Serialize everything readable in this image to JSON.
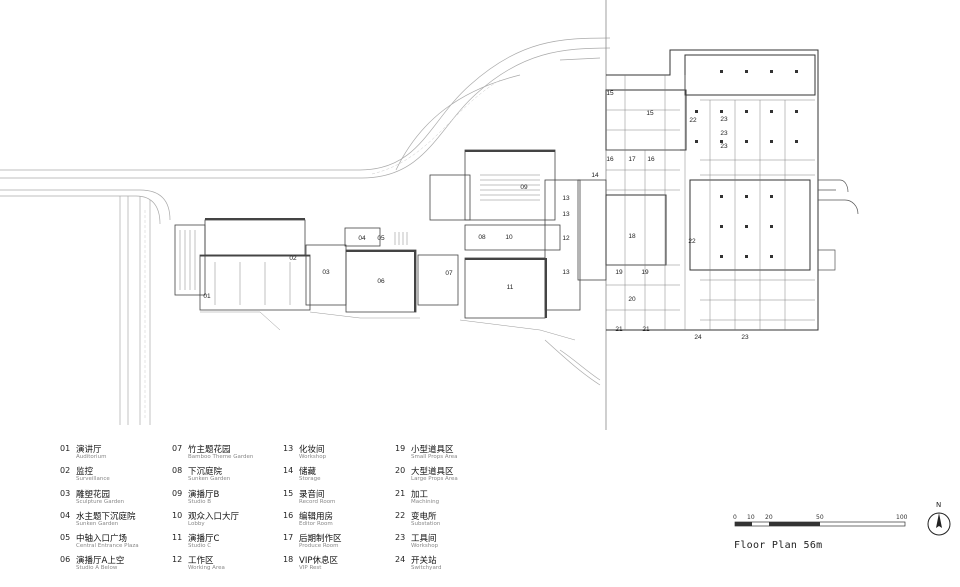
{
  "legend": [
    {
      "no": "01",
      "zh": "演讲厅",
      "en": "Auditorium"
    },
    {
      "no": "02",
      "zh": "监控",
      "en": "Surveillance"
    },
    {
      "no": "03",
      "zh": "雕塑花园",
      "en": "Sculpture Garden"
    },
    {
      "no": "04",
      "zh": "水主题下沉庭院",
      "en": "Sunken Garden"
    },
    {
      "no": "05",
      "zh": "中轴入口广场",
      "en": "Central Entrance Plaza"
    },
    {
      "no": "06",
      "zh": "演播厅A上空",
      "en": "Studio A Below"
    },
    {
      "no": "07",
      "zh": "竹主题花园",
      "en": "Bamboo Theme Garden"
    },
    {
      "no": "08",
      "zh": "下沉庭院",
      "en": "Sunken Garden"
    },
    {
      "no": "09",
      "zh": "演播厅B",
      "en": "Studio B"
    },
    {
      "no": "10",
      "zh": "观众入口大厅",
      "en": "Lobby"
    },
    {
      "no": "11",
      "zh": "演播厅C",
      "en": "Studio C"
    },
    {
      "no": "12",
      "zh": "工作区",
      "en": "Working Area"
    },
    {
      "no": "13",
      "zh": "化妆间",
      "en": "Workshop"
    },
    {
      "no": "14",
      "zh": "储藏",
      "en": "Storage"
    },
    {
      "no": "15",
      "zh": "录音间",
      "en": "Record Room"
    },
    {
      "no": "16",
      "zh": "编辑用房",
      "en": "Editor Room"
    },
    {
      "no": "17",
      "zh": "后期制作区",
      "en": "Produce Room"
    },
    {
      "no": "18",
      "zh": "VIP休息区",
      "en": "VIP Rest"
    },
    {
      "no": "19",
      "zh": "小型道具区",
      "en": "Small Props Area"
    },
    {
      "no": "20",
      "zh": "大型道具区",
      "en": "Large Props Area"
    },
    {
      "no": "21",
      "zh": "加工",
      "en": "Machining"
    },
    {
      "no": "22",
      "zh": "变电所",
      "en": "Substation"
    },
    {
      "no": "23",
      "zh": "工具间",
      "en": "Workshop"
    },
    {
      "no": "24",
      "zh": "开关站",
      "en": "Switchyard"
    }
  ],
  "room_labels": [
    "01",
    "02",
    "03",
    "04",
    "05",
    "06",
    "07",
    "08",
    "09",
    "10",
    "11",
    "12",
    "13",
    "14",
    "15",
    "16",
    "17",
    "18",
    "19",
    "20",
    "21",
    "22",
    "23",
    "24"
  ],
  "scale": {
    "ticks": [
      "0",
      "10",
      "20",
      "50",
      "100"
    ]
  },
  "plan_title": "Floor Plan 56m",
  "north": "N"
}
